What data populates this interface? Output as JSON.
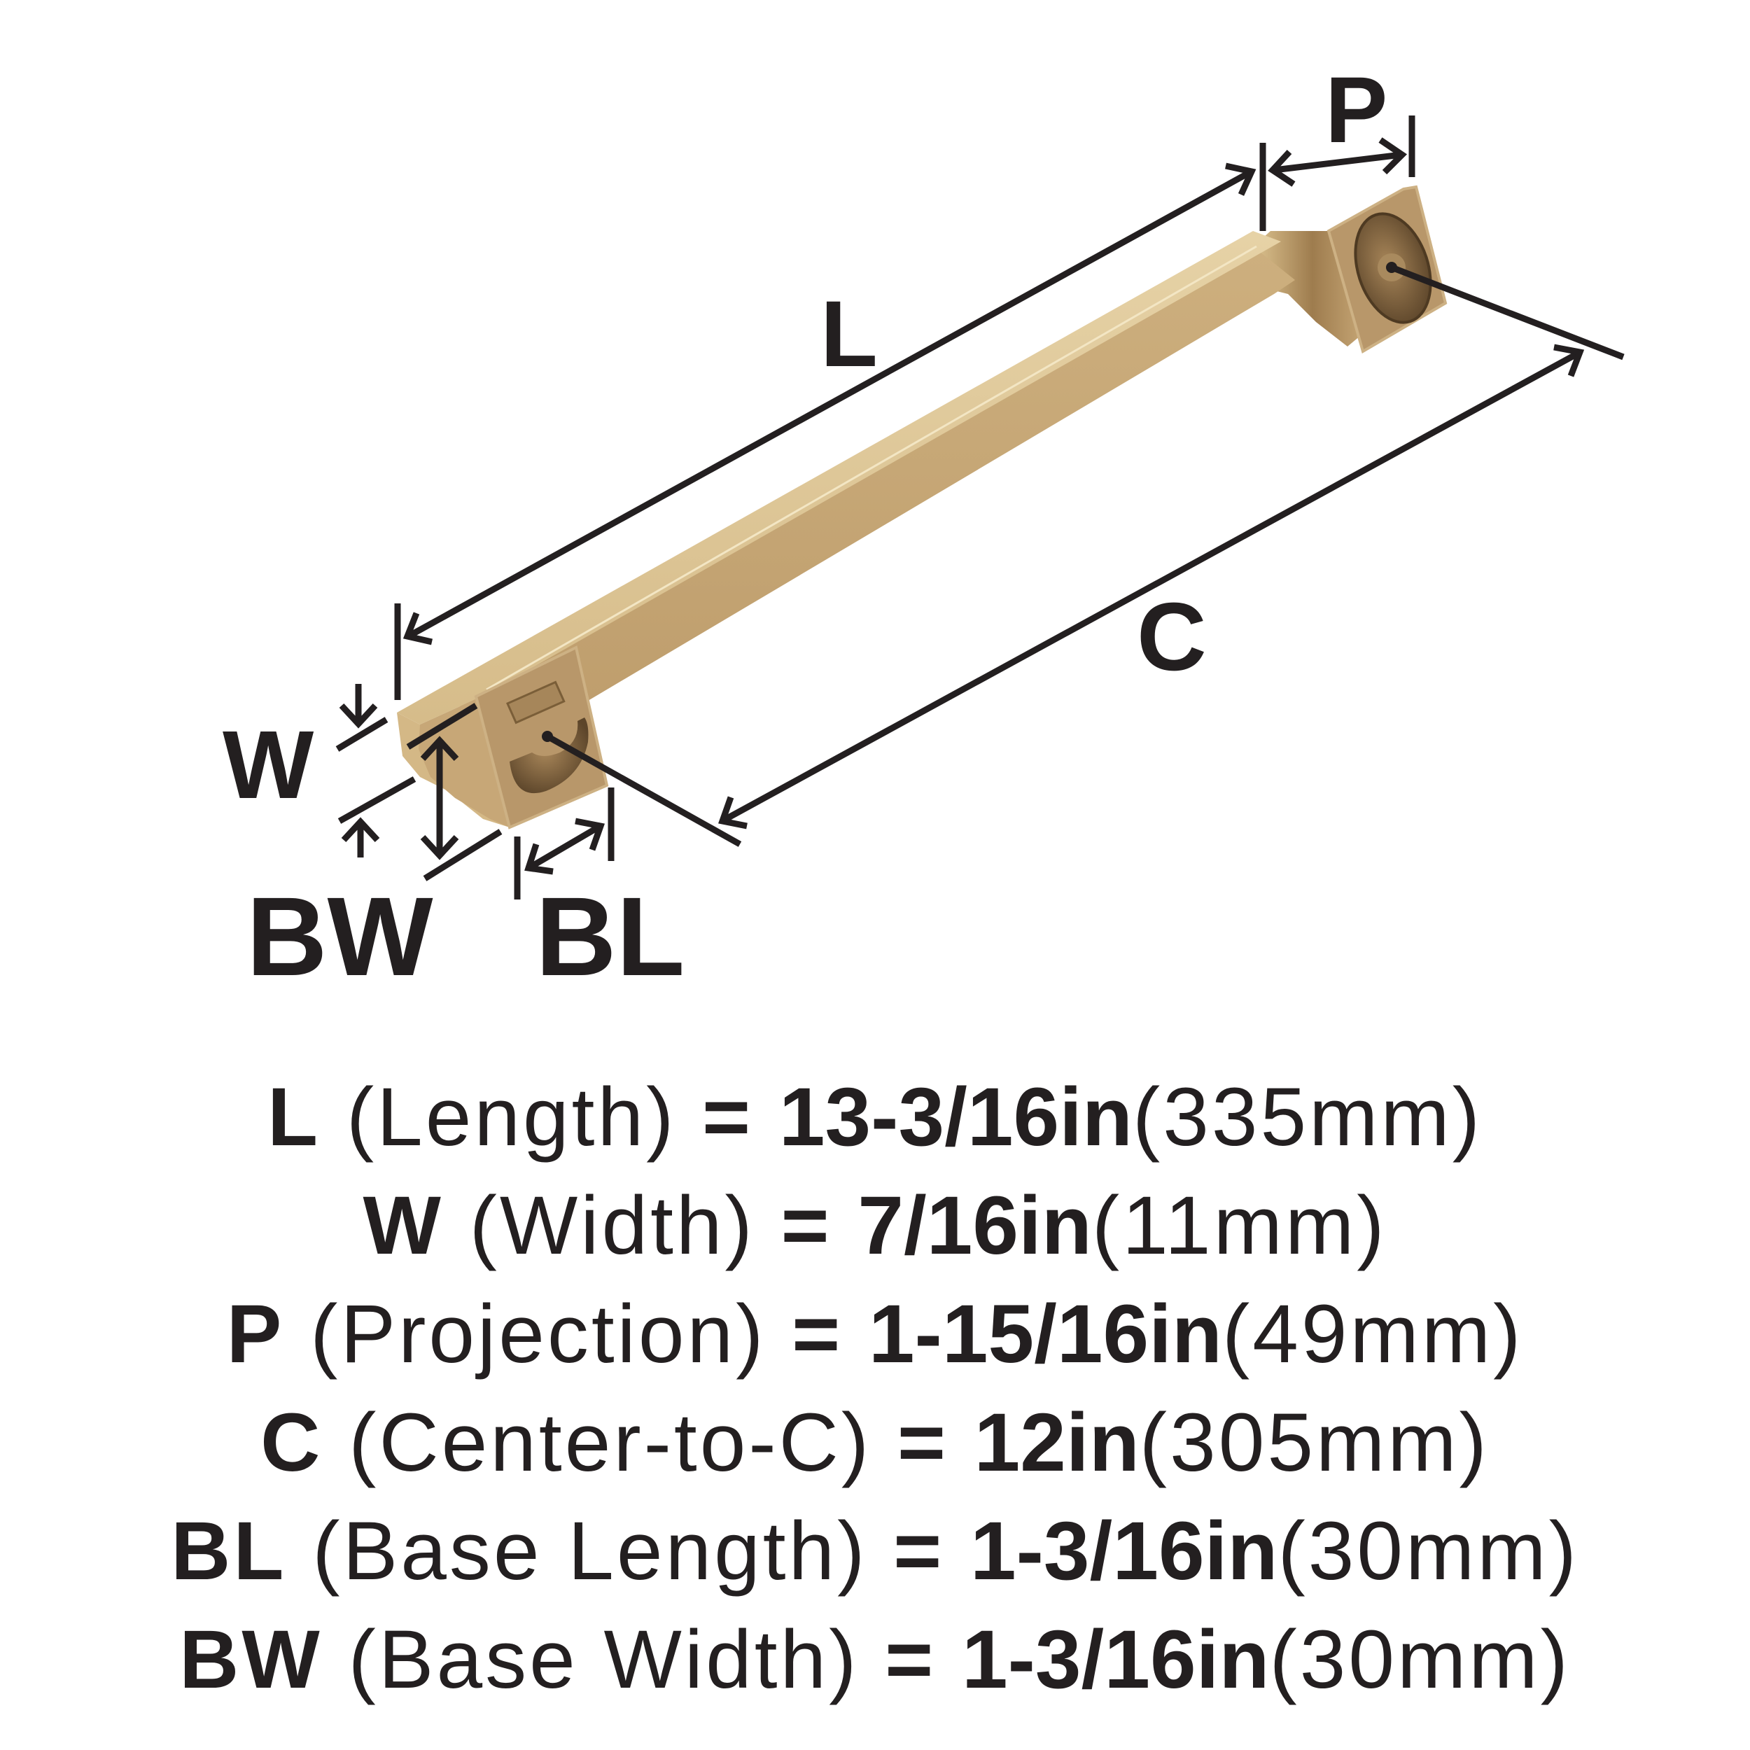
{
  "diagram": {
    "product": "cabinet pull handle",
    "finish_colors": {
      "top_face": "#DCC392",
      "front_face": "#C6A676",
      "shadow": "#8A6A40",
      "base_texture": "#B8976A",
      "recess_dark": "#5A4428"
    },
    "line_color": "#231F20",
    "labels": {
      "L": "L",
      "W": "W",
      "P": "P",
      "C": "C",
      "BL": "BL",
      "BW": "BW"
    }
  },
  "specs": [
    {
      "code": "L",
      "name": "(Length)",
      "eq": "=",
      "imperial": "13-3/16in",
      "metric": "(335mm)"
    },
    {
      "code": "W",
      "name": "(Width)",
      "eq": "=",
      "imperial": "7/16in",
      "metric": "(11mm)"
    },
    {
      "code": "P",
      "name": "(Projection)",
      "eq": "=",
      "imperial": "1-15/16in",
      "metric": "(49mm)"
    },
    {
      "code": "C",
      "name": "(Center-to-C)",
      "eq": "=",
      "imperial": "12in",
      "metric": "(305mm)"
    },
    {
      "code": "BL",
      "name": "(Base Length)",
      "eq": "=",
      "imperial": "1-3/16in",
      "metric": "(30mm)"
    },
    {
      "code": "BW",
      "name": "(Base Width)",
      "eq": "=",
      "imperial": "1-3/16in",
      "metric": "(30mm)"
    }
  ]
}
